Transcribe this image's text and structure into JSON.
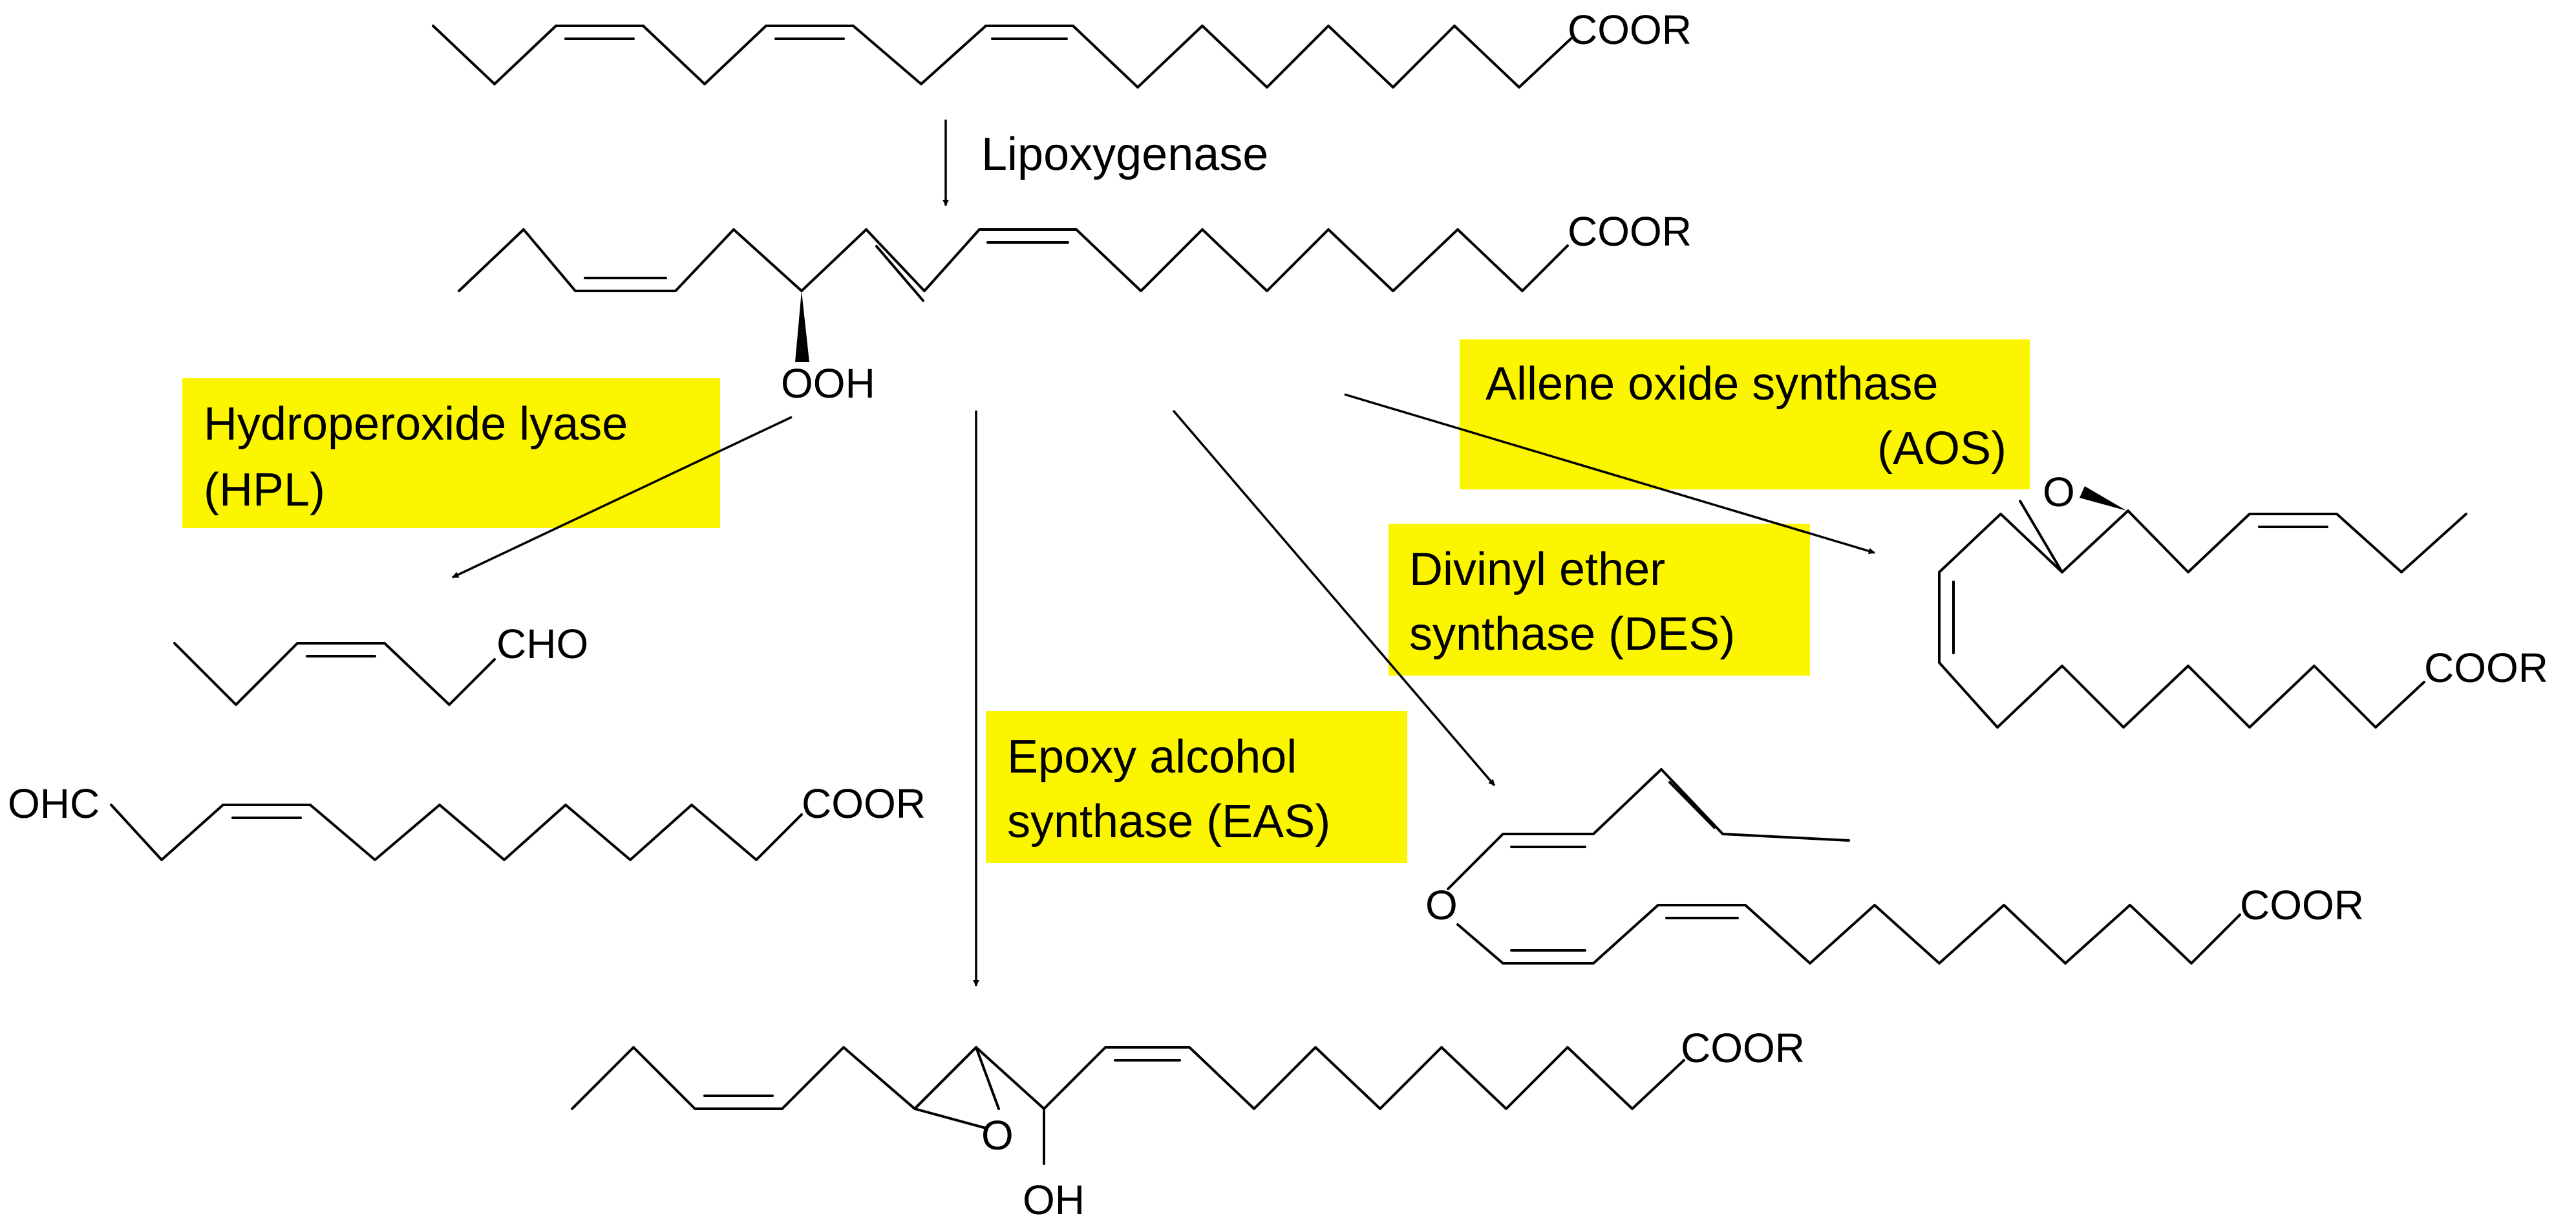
{
  "enzymes": {
    "lipoxygenase": "Lipoxygenase",
    "hpl_line1": "Hydroperoxide lyase",
    "hpl_line2": "(HPL)",
    "aos_line1": "Allene oxide synthase",
    "aos_line2": "(AOS)",
    "des_line1": "Divinyl ether",
    "des_line2": "synthase (DES)",
    "eas_line1": "Epoxy alcohol",
    "eas_line2": "synthase (EAS)"
  },
  "atoms": {
    "coor": "COOR",
    "ooh": "OOH",
    "cho": "CHO",
    "ohc": "OHC",
    "o": "O",
    "oh": "OH"
  },
  "colors": {
    "highlight": "#fcf500",
    "line": "#000000"
  }
}
